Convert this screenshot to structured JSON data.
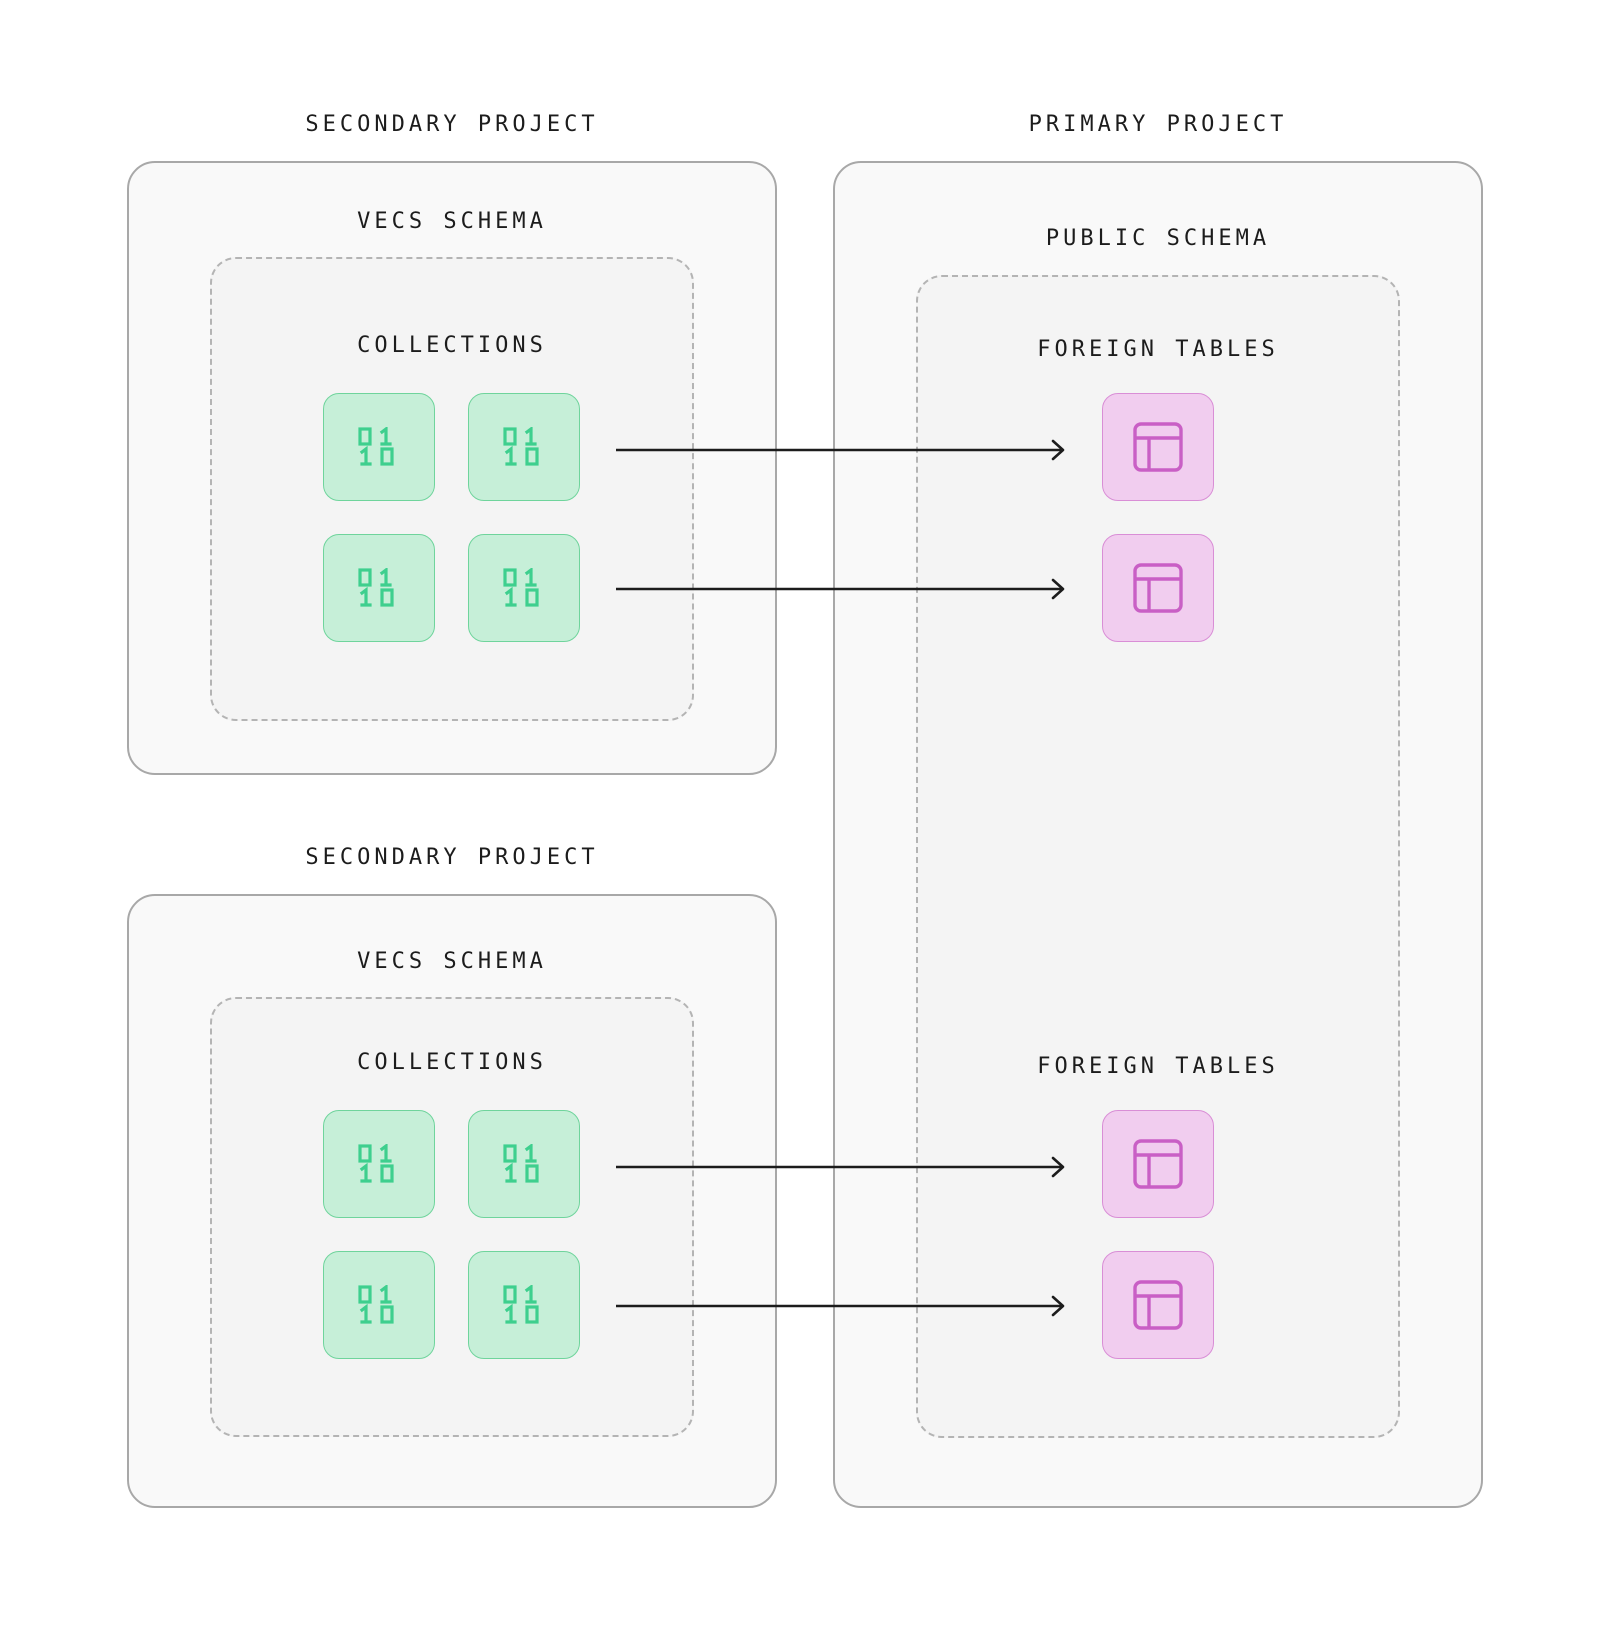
{
  "secondary_projects": [
    {
      "title": "SECONDARY PROJECT",
      "schema_title": "VECS SCHEMA",
      "group_title": "COLLECTIONS"
    },
    {
      "title": "SECONDARY PROJECT",
      "schema_title": "VECS SCHEMA",
      "group_title": "COLLECTIONS"
    }
  ],
  "primary_project": {
    "title": "PRIMARY PROJECT",
    "schema_title": "PUBLIC SCHEMA",
    "groups": [
      {
        "title": "FOREIGN TABLES"
      },
      {
        "title": "FOREIGN TABLES"
      }
    ]
  },
  "icons": {
    "collection": "binary-data-icon",
    "foreign_table": "table-icon"
  },
  "colors": {
    "collection_fill": "#c6efd8",
    "collection_stroke": "#3ecf8e",
    "table_fill": "#f1cdef",
    "table_stroke": "#c95fc5",
    "arrow": "#1c1c1c"
  }
}
